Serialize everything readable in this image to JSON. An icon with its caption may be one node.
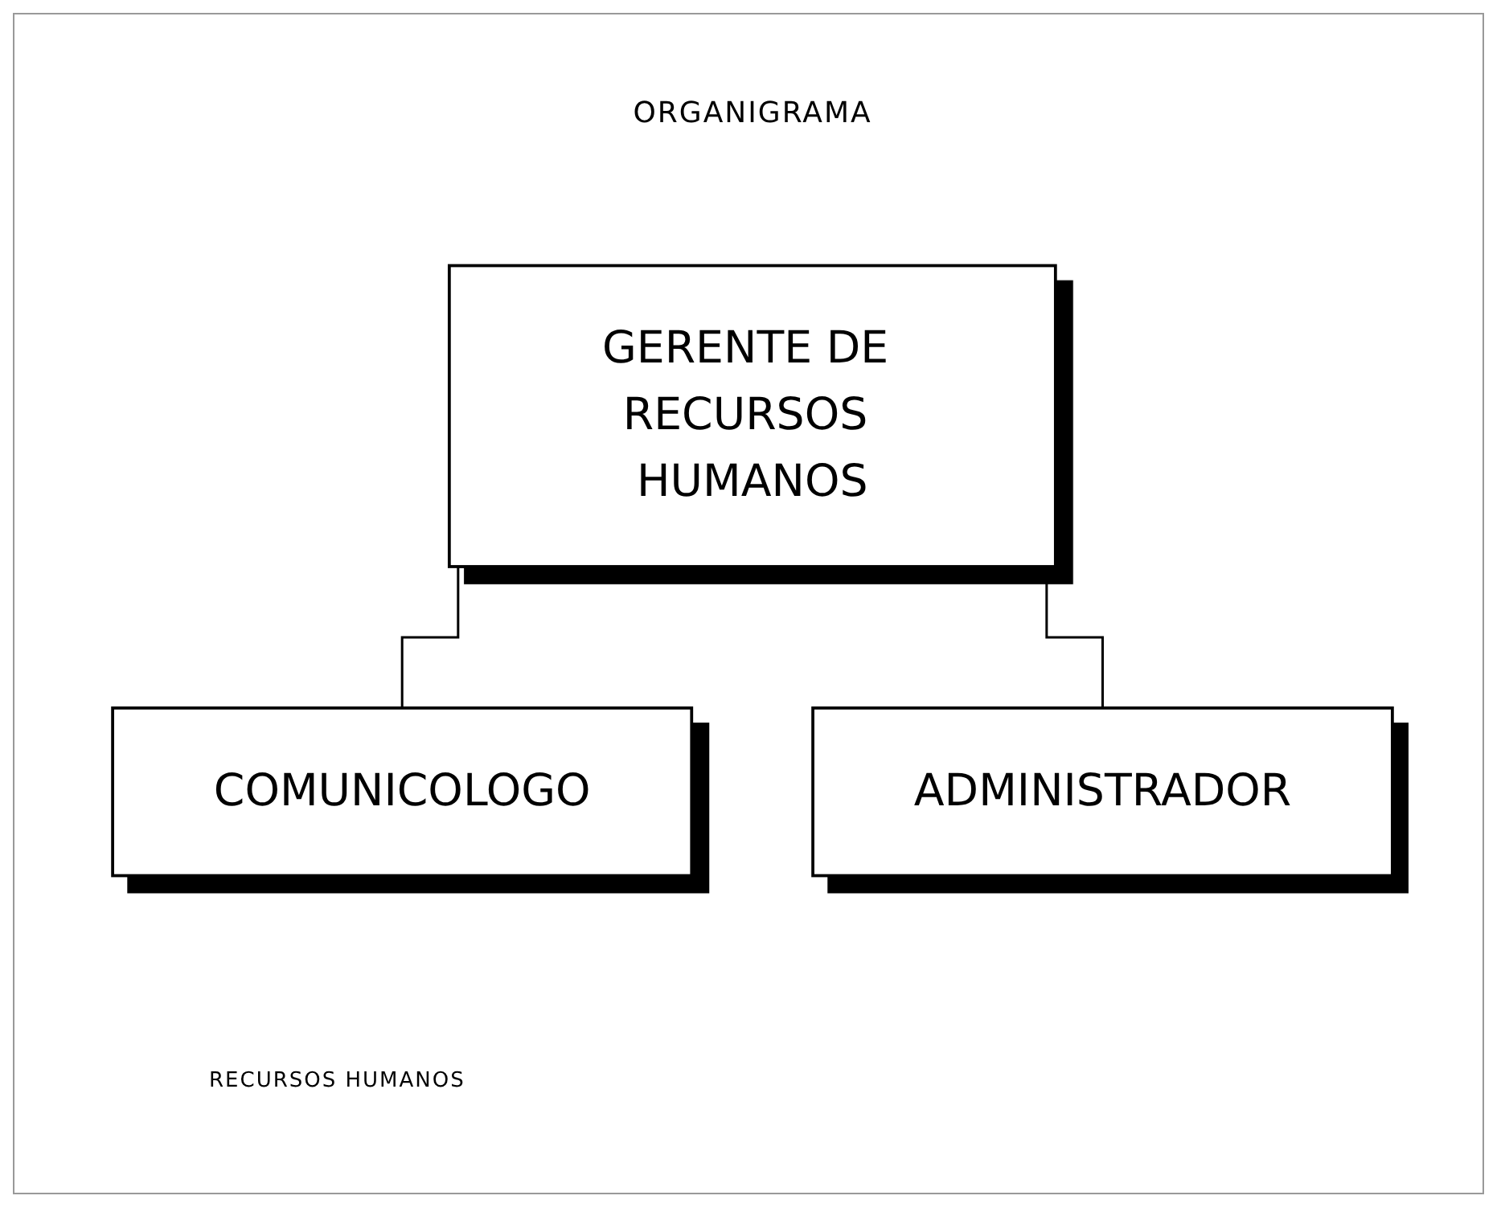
{
  "diagram": {
    "title": "ORGANIGRAMA",
    "nodes": [
      {
        "text": [
          "GERENTE DE RECURSOS HUMANOS"
        ]
      },
      {
        "text": [
          "COMUNICOLOGO"
        ]
      },
      {
        "text": [
          "ADMINISTRADOR"
        ]
      }
    ],
    "edges": [
      {
        "from": 0,
        "to": 1,
        "arrow": "none"
      },
      {
        "from": 0,
        "to": 2,
        "arrow": "none"
      }
    ],
    "labels": [
      "RECURSOS HUMANOS"
    ]
  }
}
